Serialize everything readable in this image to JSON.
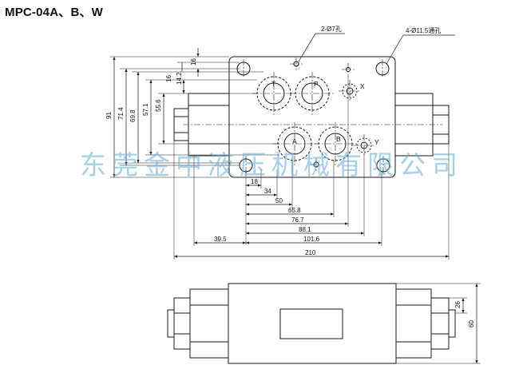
{
  "title": "MPC-04A、B、W",
  "watermark": "东莞金中液压机械有限公司",
  "callouts": {
    "holes_small": "2-Ø7孔",
    "holes_through": "4-Ø11.5通孔"
  },
  "ports": {
    "t": "T",
    "p": "P",
    "a": "A",
    "b": "B",
    "x": "X",
    "y": "Y"
  },
  "vertical_dims": {
    "d91": "91",
    "d71_4": "71.4",
    "d69_8": "69.8",
    "d57_1": "57.1",
    "d55_6": "55.6",
    "d16a": "16",
    "d16b": "16",
    "d14_2": "14.2"
  },
  "horizontal_dims": {
    "d18": "18",
    "d34": "34",
    "d50": "50",
    "d65_8": "65.8",
    "d76_7": "76.7",
    "d88_1": "88.1",
    "d101_6": "101.6",
    "d39_5": "39.5",
    "d210": "210"
  },
  "side_dims": {
    "d26": "26",
    "d60": "60"
  },
  "colors": {
    "line": "#1a1a1a",
    "watermark": "#5faad7"
  }
}
